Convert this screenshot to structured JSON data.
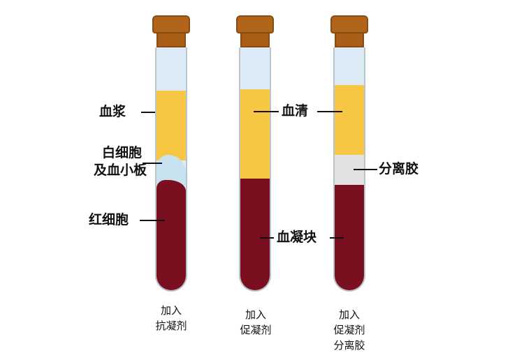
{
  "colors": {
    "cap": "#b0651a",
    "air": "#dcebf6",
    "plasma": "#f7c744",
    "buffy": "#c8e2f0",
    "rbc": "#7a0f20",
    "gel": "#e2e2e2"
  },
  "tubes": [
    {
      "id": "anticoagulant",
      "footer": [
        "加入",
        "抗凝剂"
      ]
    },
    {
      "id": "coagulant",
      "footer": [
        "加入",
        "促凝剂"
      ]
    },
    {
      "id": "gel",
      "footer": [
        "加入",
        "促凝剂",
        "分离胶"
      ]
    }
  ],
  "labels": {
    "plasma": "血浆",
    "wbc_line1": "白细胞",
    "wbc_line2": "及血小板",
    "rbc": "红细胞",
    "serum": "血清",
    "clot": "血凝块",
    "gel": "分离胶"
  }
}
